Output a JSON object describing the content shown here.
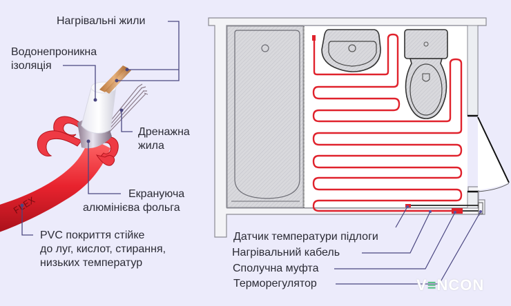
{
  "cable_diagram": {
    "labels": {
      "heating_cores": "Нагрівальні жили",
      "waterproof_insulation_line1": "Водонепроникна",
      "waterproof_insulation_line2": "ізоляція",
      "drain_wire_line1": "Дренажна",
      "drain_wire_line2": "жила",
      "shield_foil_line1": "Екрануюча",
      "shield_foil_line2": "алюмінієва фольга",
      "pvc_line1": "PVC покриття стійке",
      "pvc_line2": "до луг, кислот, стирання,",
      "pvc_line3": "низьких температур"
    },
    "cable_print": "FLEX"
  },
  "floor_plan": {
    "labels": {
      "floor_sensor": "Датчик температури підлоги",
      "heating_cable": "Нагрівальний кабель",
      "coupling": "Сполучна муфта",
      "thermostat": "Терморегулятор"
    },
    "fixtures": [
      "bathtub",
      "washbasin",
      "toilet",
      "door"
    ]
  },
  "colors": {
    "background": "#ecebfb",
    "cable_red": "#e0222c",
    "leader_line": "#4a4680",
    "wall": "#f3f3f6"
  },
  "brand": {
    "logo_prefix": "V",
    "logo_accent": "≡",
    "logo_suffix": "NCON"
  }
}
